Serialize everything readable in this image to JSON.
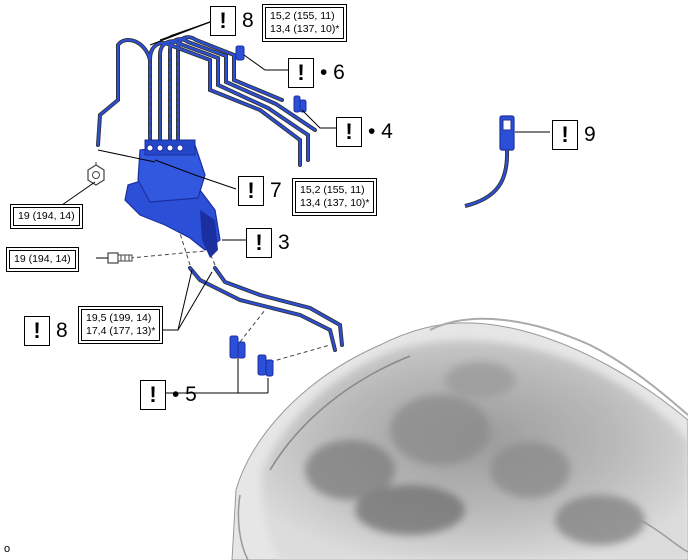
{
  "colors": {
    "part_blue": "#2c4fd8",
    "part_dark_blue": "#1c2fa0",
    "line_dark": "#333333",
    "car_gray": "#c9c9c9"
  },
  "callouts": [
    {
      "id": "c8_top",
      "mark": "!",
      "label": "8"
    },
    {
      "id": "c6",
      "mark": "!",
      "label": "• 6"
    },
    {
      "id": "c4",
      "mark": "!",
      "label": "• 4"
    },
    {
      "id": "c9",
      "mark": "!",
      "label": "9"
    },
    {
      "id": "c7",
      "mark": "!",
      "label": "7"
    },
    {
      "id": "c3",
      "mark": "!",
      "label": "3"
    },
    {
      "id": "c8_bottom",
      "mark": "!",
      "label": "8"
    },
    {
      "id": "c5",
      "mark": "!",
      "label": "• 5"
    }
  ],
  "torque_specs": {
    "top": {
      "line1": "15,2 (155, 11)",
      "line2": "13,4 (137, 10)*"
    },
    "mid": {
      "line1": "15,2 (155, 11)",
      "line2": "13,4 (137, 10)*"
    },
    "nut": {
      "line1": "19 (194, 14)"
    },
    "bolt": {
      "line1": "19 (194, 14)"
    },
    "bottom": {
      "line1": "19,5 (199, 14)",
      "line2": "17,4 (177, 13)*"
    }
  },
  "figure_id": "o"
}
